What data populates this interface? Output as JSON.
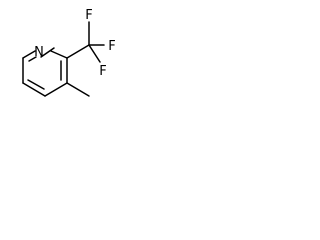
{
  "molecule": {
    "atoms": {
      "nitrogen": "N",
      "fluorine_top": "F",
      "fluorine_right": "F",
      "fluorine_bottom": "F"
    },
    "bond_color": "#000000",
    "label_color": "#000000"
  }
}
